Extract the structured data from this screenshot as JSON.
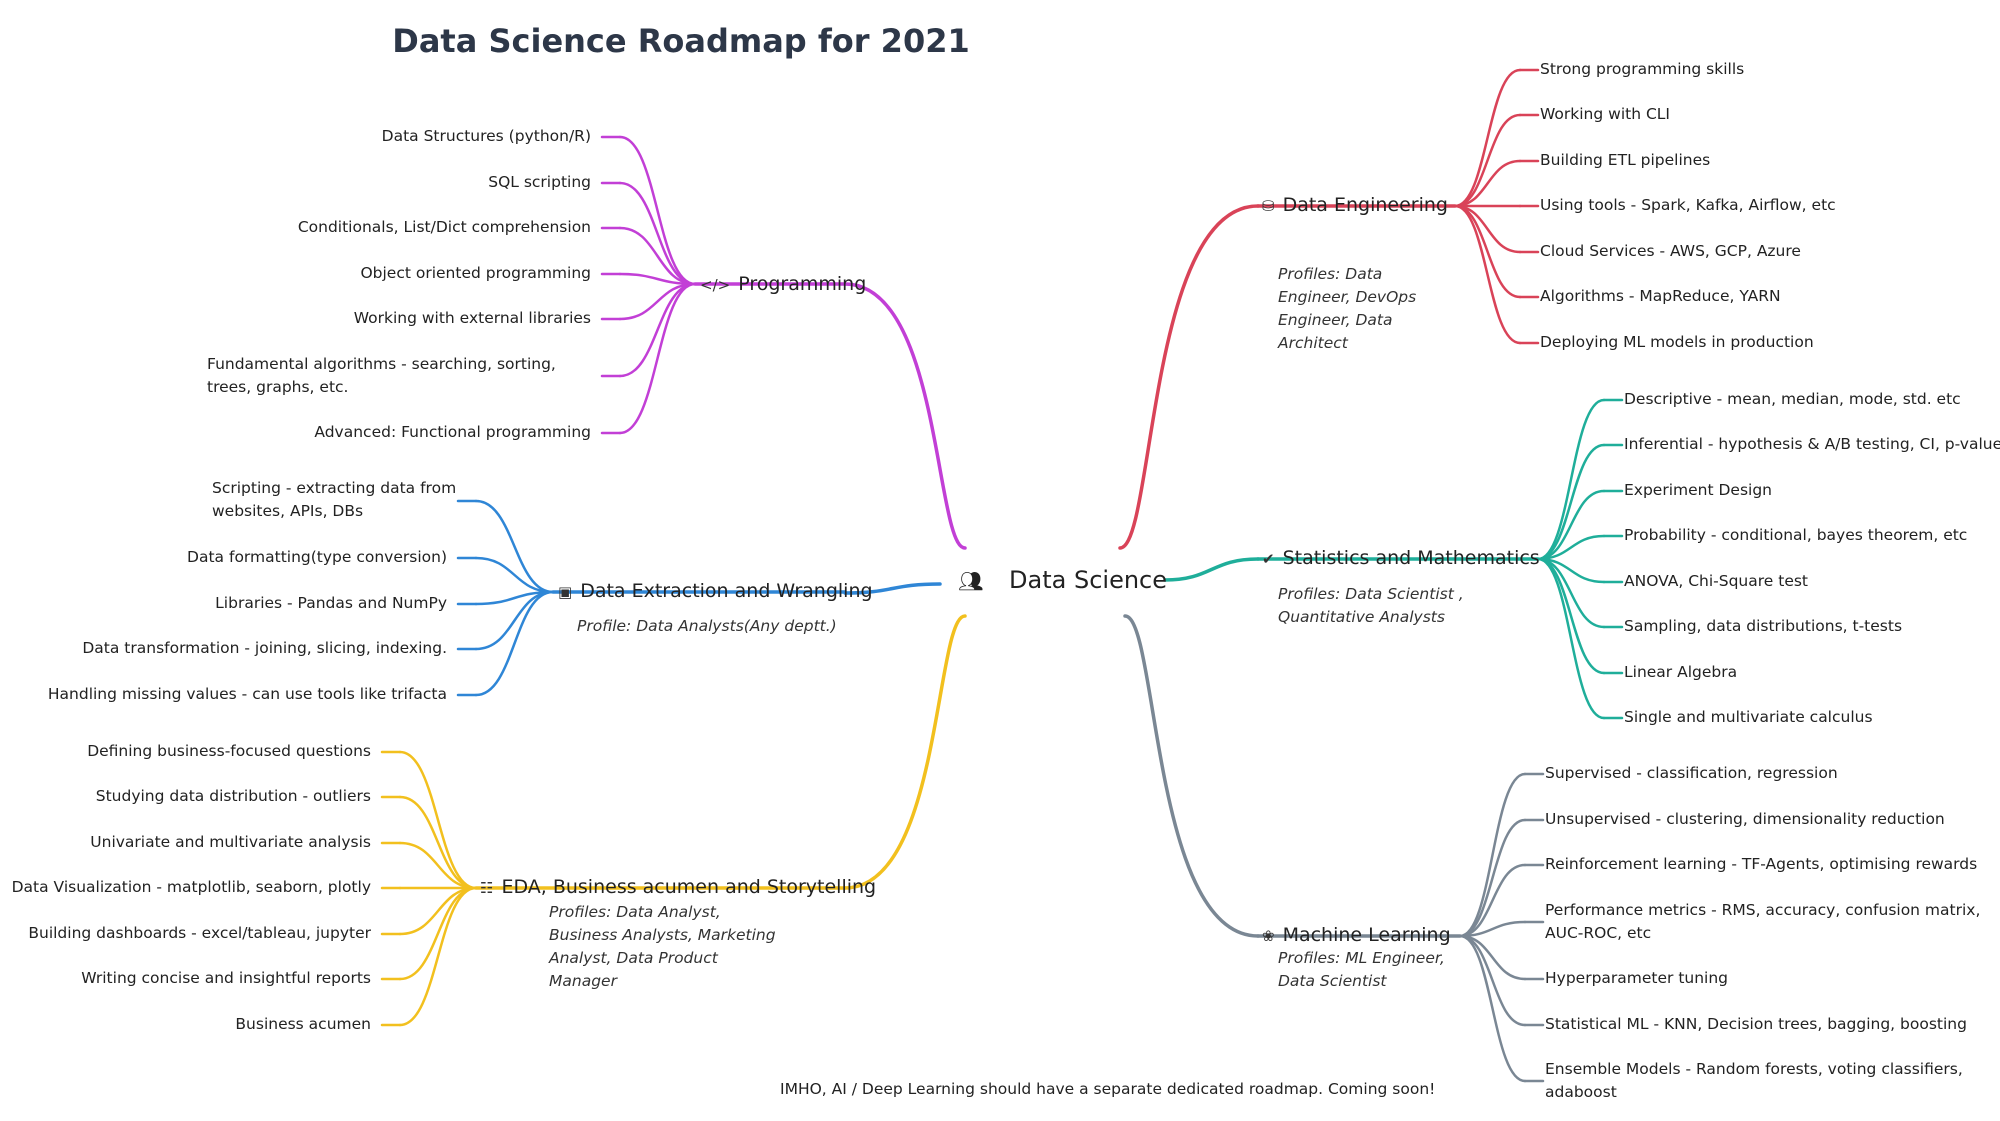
{
  "title": "Data Science Roadmap for 2021",
  "center": {
    "label": "Data Science",
    "icon": "people-icon"
  },
  "footer": "IMHO, AI / Deep Learning should have a separate dedicated roadmap. Coming soon!",
  "colors": {
    "programming": "#c23fd6",
    "wrangling": "#2f86d6",
    "eda": "#f2c01e",
    "engineering": "#d94358",
    "statistics": "#1fae9a",
    "ml": "#7a8794"
  },
  "branches": {
    "programming": {
      "label": "Programming",
      "icon": "code-icon",
      "items": [
        "Data Structures (python/R)",
        "SQL scripting",
        "Conditionals, List/Dict comprehension",
        "Object oriented programming",
        "Working with external libraries",
        "Fundamental algorithms - searching, sorting, trees, graphs, etc.",
        "Advanced: Functional programming"
      ]
    },
    "wrangling": {
      "label": "Data Extraction and Wrangling",
      "icon": "box-icon",
      "profile": "Profile: Data Analysts(Any deptt.)",
      "items": [
        "Scripting - extracting data from websites, APIs, DBs",
        "Data formatting(type conversion)",
        "Libraries - Pandas and NumPy",
        "Data transformation - joining, slicing, indexing.",
        "Handling missing values - can use tools like trifacta"
      ]
    },
    "eda": {
      "label": "EDA, Business acumen and Storytelling",
      "icon": "presentation-icon",
      "profile": "Profiles: Data Analyst, Business Analysts, Marketing Analyst, Data Product Manager",
      "items": [
        "Defining business-focused questions",
        "Studying data distribution - outliers",
        "Univariate and multivariate analysis",
        "Data Visualization - matplotlib, seaborn, plotly",
        "Building dashboards - excel/tableau, jupyter",
        "Writing concise and insightful reports",
        "Business acumen"
      ]
    },
    "engineering": {
      "label": "Data Engineering",
      "icon": "database-icon",
      "profile": "Profiles: Data Engineer, DevOps Engineer, Data Architect",
      "items": [
        "Strong programming skills",
        "Working with CLI",
        "Building ETL pipelines",
        "Using tools - Spark, Kafka, Airflow, etc",
        "Cloud Services - AWS, GCP, Azure",
        "Algorithms - MapReduce, YARN",
        "Deploying ML models in production"
      ]
    },
    "statistics": {
      "label": "Statistics and Mathematics",
      "icon": "check-circle-icon",
      "profile": "Profiles: Data Scientist , Quantitative Analysts",
      "items": [
        "Descriptive - mean, median, mode, std. etc",
        "Inferential - hypothesis & A/B testing, CI, p-value",
        "Experiment Design",
        "Probability - conditional, bayes theorem, etc",
        "ANOVA, Chi-Square test",
        "Sampling, data distributions, t-tests",
        "Linear Algebra",
        "Single and multivariate calculus"
      ]
    },
    "ml": {
      "label": "Machine Learning",
      "icon": "brain-icon",
      "profile": "Profiles: ML Engineer, Data Scientist",
      "items": [
        "Supervised - classification, regression",
        "Unsupervised - clustering, dimensionality reduction",
        "Reinforcement learning - TF-Agents, optimising rewards",
        "Performance metrics - RMS, accuracy, confusion matrix, AUC-ROC, etc",
        "Hyperparameter tuning",
        "Statistical ML - KNN, Decision trees, bagging, boosting",
        "Ensemble Models - Random forests, voting classifiers, adaboost"
      ]
    }
  }
}
